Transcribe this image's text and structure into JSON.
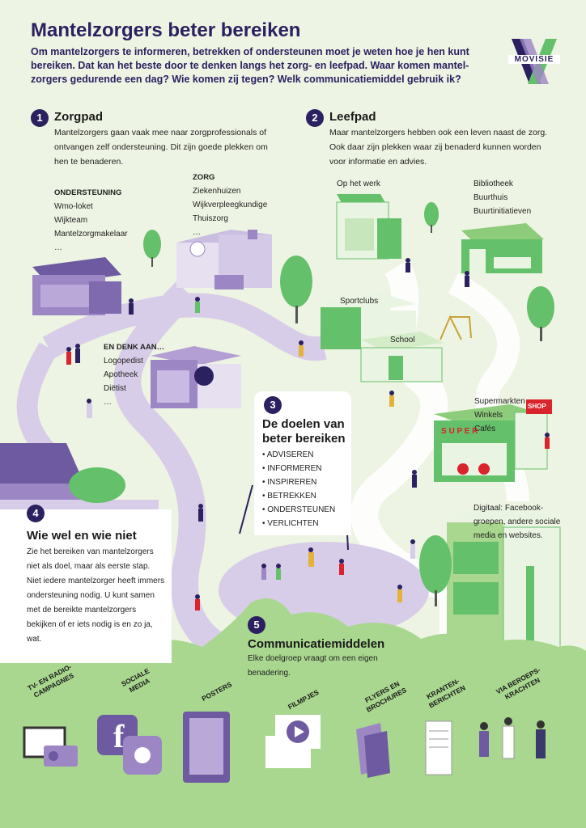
{
  "header": {
    "title": "Mantelzorgers beter bereiken",
    "intro": "Om mantelzorgers te informeren, betrekken of ondersteunen moet je weten hoe je hen kunt bereiken. Dat kan het beste door te denken langs het zorg- en leefpad. Waar komen mantel-zorgers gedurende een dag? Wie komen zij tegen? Welk communicatiemiddel gebruik ik?",
    "logo_text": "MOVISIE"
  },
  "sections": {
    "zorgpad": {
      "number": "1",
      "title": "Zorgpad",
      "text": "Mantelzorgers gaan vaak mee naar zorgprofessionals of ontvangen zelf ondersteuning. Dit zijn goede plekken om hen te benaderen."
    },
    "leefpad": {
      "number": "2",
      "title": "Leefpad",
      "text": "Maar mantelzorgers hebben ook een leven naast de zorg. Ook daar zijn plekken waar zij benaderd kunnen worden voor informatie en advies."
    },
    "doelen": {
      "number": "3",
      "title": "De doelen van beter bereiken",
      "items": [
        "• ADVISEREN",
        "• INFORMEREN",
        "• INSPIREREN",
        "• BETREKKEN",
        "• ONDERSTEUNEN",
        "• VERLICHTEN"
      ]
    },
    "wie": {
      "number": "4",
      "title": "Wie wel en wie niet",
      "text": "Zie het bereiken van mantelzorgers niet als doel, maar als eerste stap. Niet iedere mantelzorger heeft immers ondersteuning nodig. U kunt samen met de bereikte mantelzorgers bekijken of er iets nodig is en zo ja, wat."
    },
    "communicatie": {
      "number": "5",
      "title": "Communicatiemiddelen",
      "text": "Elke doelgroep vraagt om een eigen benadering."
    }
  },
  "locations": {
    "ondersteuning": {
      "heading": "ONDERSTEUNING",
      "items": [
        "Wmo-loket",
        "Wijkteam",
        "Mantelzorgmakelaar",
        "…"
      ]
    },
    "zorg": {
      "heading": "ZORG",
      "items": [
        "Ziekenhuizen",
        "Wijkverpleegkundige",
        "Thuiszorg",
        "…"
      ]
    },
    "denk": {
      "heading": "EN DENK AAN…",
      "items": [
        "Logopedist",
        "Apotheek",
        "Diëtist",
        "…"
      ]
    },
    "werk": "Op het werk",
    "bibliotheek": [
      "Bibliotheek",
      "Buurthuis",
      "Buurtinitiatieven"
    ],
    "sportclubs": "Sportclubs",
    "school": "School",
    "supermarkten": [
      "Supermarkten",
      "Winkels",
      "Cafés"
    ],
    "digitaal": "Digitaal: Facebook-groepen, andere sociale media en websites.",
    "shop_sign": "SHOP",
    "super_sign": "S U P E R"
  },
  "channels": [
    {
      "label": "TV- EN RADIO-CAMPAGNES",
      "icon": "tv-radio-icon"
    },
    {
      "label": "SOCIALE MEDIA",
      "icon": "social-media-icon"
    },
    {
      "label": "POSTERS",
      "icon": "poster-icon"
    },
    {
      "label": "FILMPJES",
      "icon": "video-icon"
    },
    {
      "label": "FLYERS EN BROCHURES",
      "icon": "flyer-icon"
    },
    {
      "label": "KRANTEN-BERICHTEN",
      "icon": "newspaper-icon"
    },
    {
      "label": "VIA BEROEPS-KRACHTEN",
      "icon": "professionals-icon"
    }
  ],
  "colors": {
    "navy": "#2b2060",
    "purple": "#9c86c4",
    "light_purple": "#d8cde8",
    "green": "#64c06a",
    "light_green": "#a9d78f",
    "red": "#d9232d"
  }
}
